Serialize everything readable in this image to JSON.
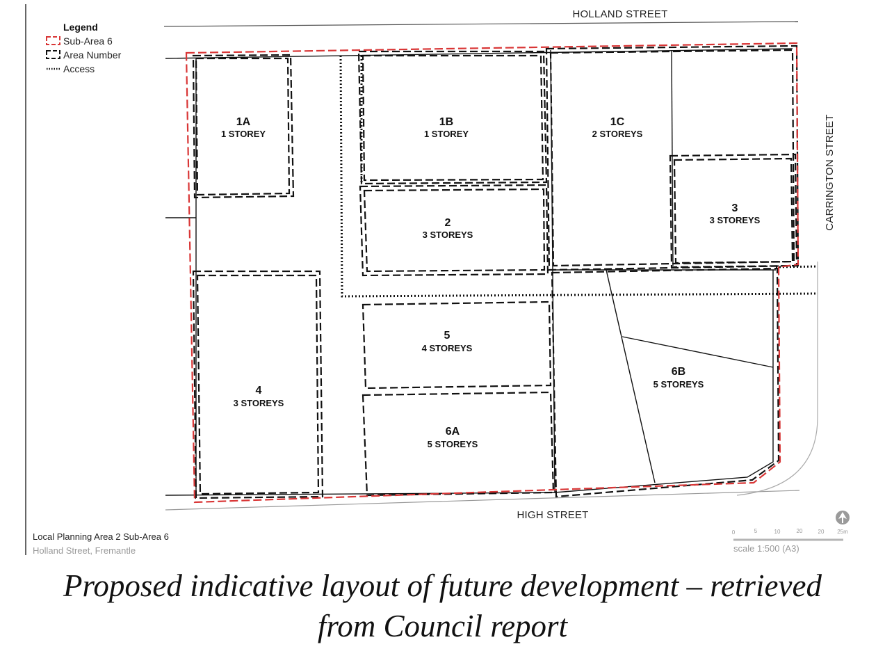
{
  "legend": {
    "title": "Legend",
    "items": [
      {
        "label": "Sub-Area 6",
        "symbol": "red-dashed-box"
      },
      {
        "label": "Area Number",
        "symbol": "black-dashed-box"
      },
      {
        "label": "Access",
        "symbol": "dotted-line"
      }
    ]
  },
  "streets": {
    "north": "HOLLAND STREET",
    "east": "CARRINGTON STREET",
    "south": "HIGH STREET"
  },
  "areas": [
    {
      "id": "1A",
      "height": "1 STOREY"
    },
    {
      "id": "1B",
      "height": "1 STOREY"
    },
    {
      "id": "1C",
      "height": "2 STOREYS"
    },
    {
      "id": "2",
      "height": "3 STOREYS"
    },
    {
      "id": "3",
      "height": "3 STOREYS"
    },
    {
      "id": "4",
      "height": "3 STOREYS"
    },
    {
      "id": "5",
      "height": "4 STOREYS"
    },
    {
      "id": "6A",
      "height": "5 STOREYS"
    },
    {
      "id": "6B",
      "height": "5 STOREYS"
    }
  ],
  "footer": {
    "title": "Local Planning Area 2 Sub-Area 6",
    "subtitle": "Holland Street, Fremantle"
  },
  "scale_bar": {
    "ticks": [
      "0",
      "5",
      "10",
      "20",
      "20",
      "25m"
    ],
    "label": "scale 1:500 (A3)"
  },
  "colors": {
    "sub_area_boundary": "#d93636",
    "area_boundary": "#111111",
    "access": "#111111"
  },
  "caption": {
    "line1": "Proposed indicative layout of future development – retrieved",
    "line2": "from Council report"
  }
}
